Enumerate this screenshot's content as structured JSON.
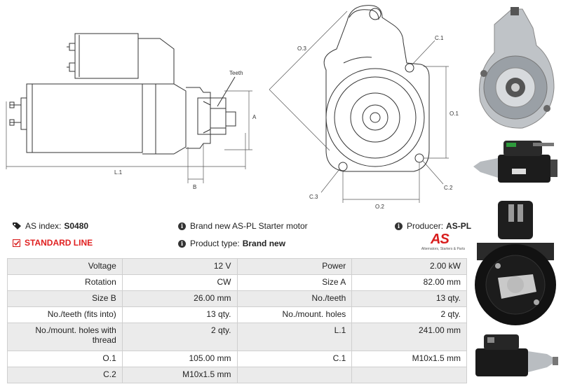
{
  "drawing": {
    "labels": {
      "teeth": "Teeth",
      "a": "A",
      "l1": "L.1",
      "b": "B",
      "o3": "O.3",
      "c1": "C.1",
      "o1": "O.1",
      "c2": "C.2",
      "c3": "C.3",
      "o2": "O.2"
    }
  },
  "info": {
    "as_index_label": "AS index:",
    "as_index_value": "S0480",
    "standard_line": "STANDARD LINE",
    "description": "Brand new AS-PL Starter motor",
    "product_type_label": "Product type:",
    "product_type_value": "Brand new",
    "producer_label": "Producer:",
    "producer_value": "AS-PL",
    "logo_text": "AS",
    "logo_tagline": "Alternators, Starters & Parts"
  },
  "specs": [
    {
      "k1": "Voltage",
      "v1": "12 V",
      "k2": "Power",
      "v2": "2.00 kW"
    },
    {
      "k1": "Rotation",
      "v1": "CW",
      "k2": "Size A",
      "v2": "82.00 mm"
    },
    {
      "k1": "Size B",
      "v1": "26.00 mm",
      "k2": "No./teeth",
      "v2": "13 qty."
    },
    {
      "k1": "No./teeth (fits into)",
      "v1": "13 qty.",
      "k2": "No./mount. holes",
      "v2": "2 qty."
    },
    {
      "k1": "No./mount. holes with thread",
      "v1": "2 qty.",
      "k2": "L.1",
      "v2": "241.00 mm"
    },
    {
      "k1": "O.1",
      "v1": "105.00 mm",
      "k2": "C.1",
      "v2": "M10x1.5 mm"
    },
    {
      "k1": "C.2",
      "v1": "M10x1.5 mm",
      "k2": "",
      "v2": ""
    }
  ],
  "colors": {
    "accent_red": "#d81e1e",
    "row_shade": "#ebebeb",
    "border": "#cfcfcf"
  }
}
